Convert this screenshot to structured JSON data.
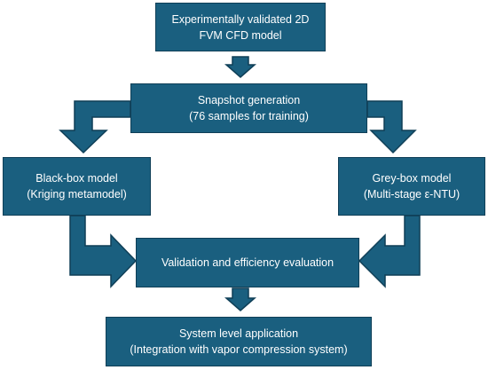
{
  "boxes": {
    "cfd_model": {
      "line1": "Experimentally validated 2D",
      "line2": "FVM CFD model"
    },
    "snapshot": {
      "line1": "Snapshot generation",
      "line2": "(76 samples for training)"
    },
    "black_box": {
      "line1": "Black-box model",
      "line2": "(Kriging metamodel)"
    },
    "grey_box": {
      "line1": "Grey-box model",
      "line2": "(Multi-stage ε-NTU)"
    },
    "validation": {
      "line1": "Validation and efficiency evaluation"
    },
    "system": {
      "line1": "System level application",
      "line2": "(Integration with vapor compression system)"
    }
  },
  "colors": {
    "box_fill": "#1a5f7f",
    "box_border": "#0f3f57",
    "text": "#ffffff"
  }
}
